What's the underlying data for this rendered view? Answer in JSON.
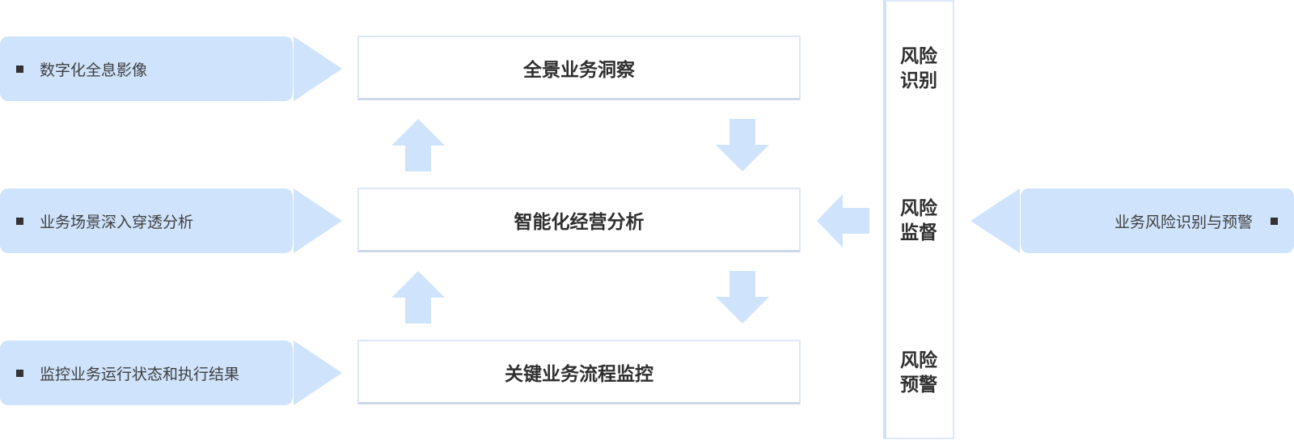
{
  "left_tags": [
    {
      "text": "数字化全息影像"
    },
    {
      "text": "业务场景深入穿透分析"
    },
    {
      "text": "监控业务运行状态和执行结果"
    }
  ],
  "center_boxes": [
    {
      "text": "全景业务洞察"
    },
    {
      "text": "智能化经营分析"
    },
    {
      "text": "关键业务流程监控"
    }
  ],
  "risk_labels": [
    {
      "line1": "风险",
      "line2": "识别"
    },
    {
      "line1": "风险",
      "line2": "监督"
    },
    {
      "line1": "风险",
      "line2": "预警"
    }
  ],
  "right_tag": {
    "text": "业务风险识别与预警"
  },
  "colors": {
    "shape_fill": "#cfe3fc",
    "border": "#dbe6f6",
    "text": "#2f2f2f"
  }
}
